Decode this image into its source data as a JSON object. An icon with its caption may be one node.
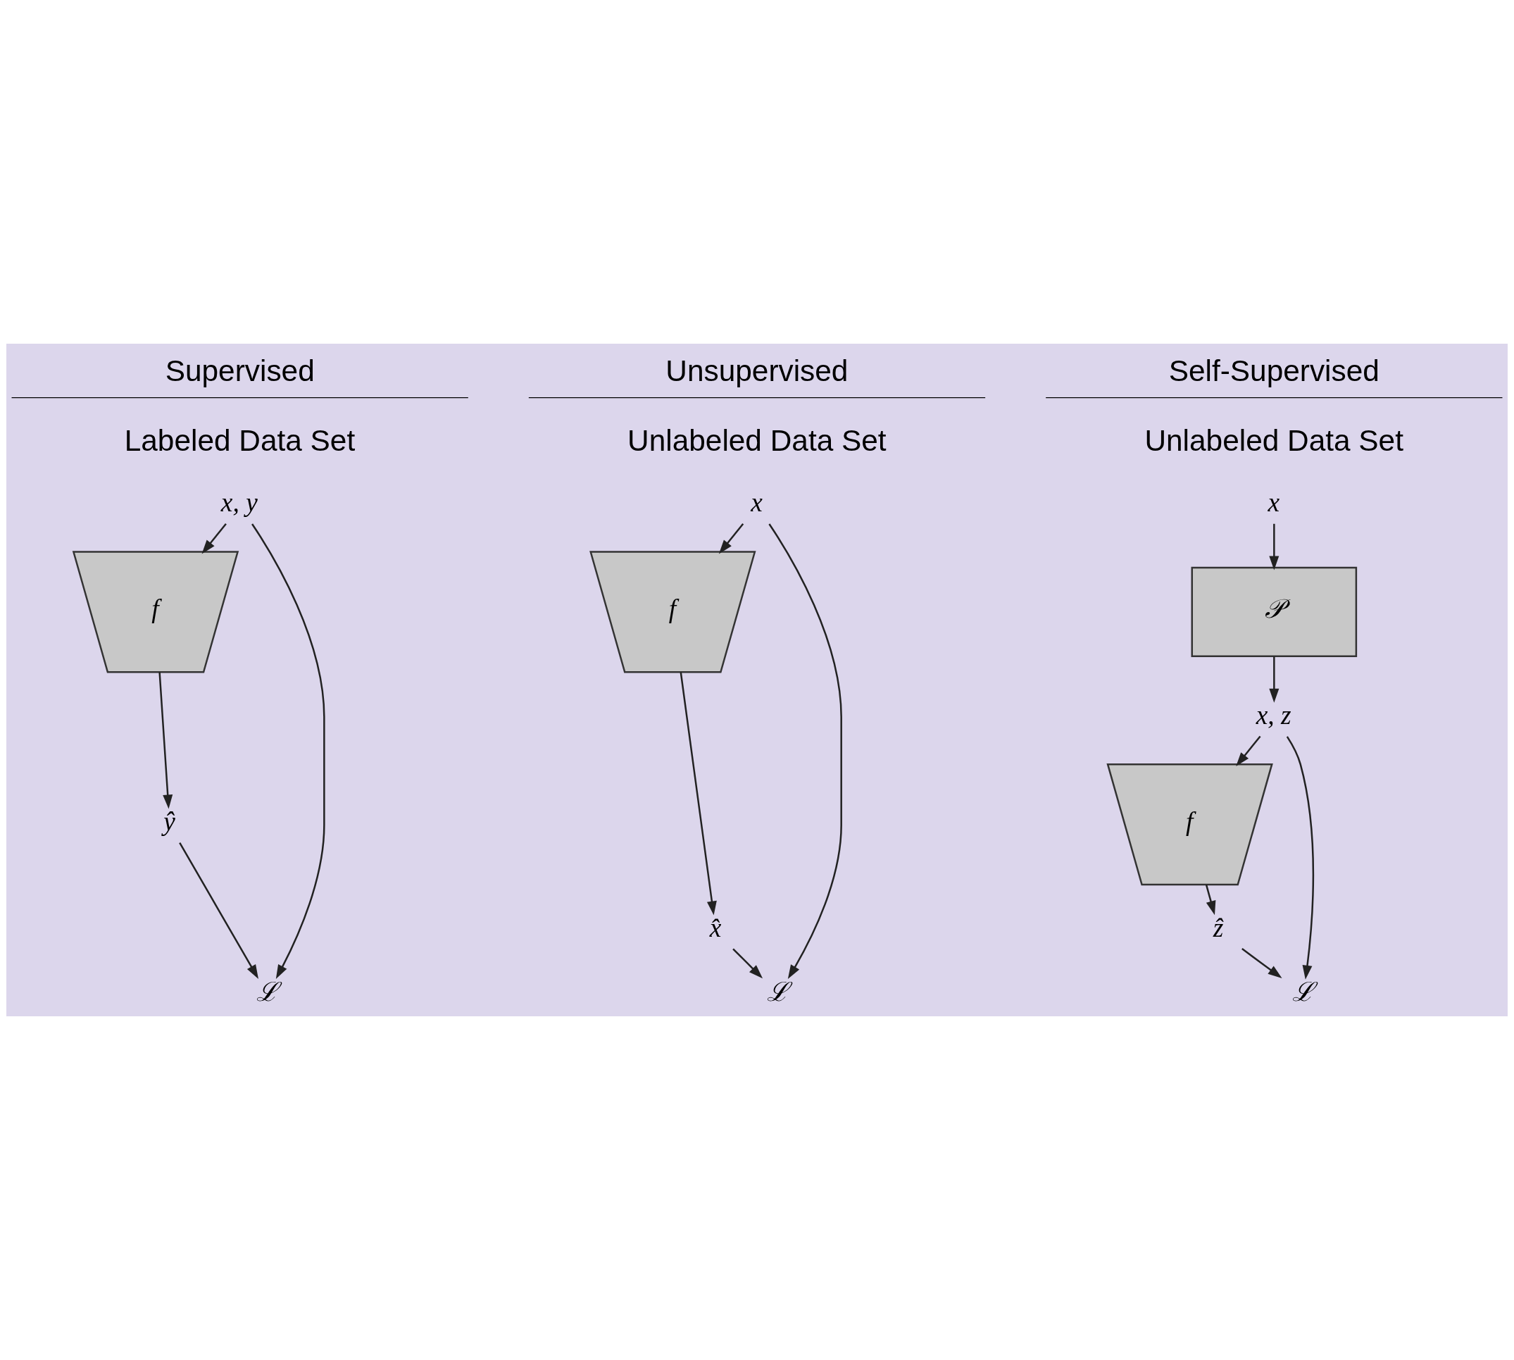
{
  "diagram": {
    "nodes": [
      {
        "text": [
          "x, y"
        ]
      },
      {
        "text": [
          "f"
        ]
      },
      {
        "text": [
          "ŷ"
        ]
      },
      {
        "text": [
          "ℒ"
        ]
      },
      {
        "text": [
          "x"
        ]
      },
      {
        "text": [
          "f"
        ]
      },
      {
        "text": [
          "x̂"
        ]
      },
      {
        "text": [
          "ℒ"
        ]
      },
      {
        "text": [
          "x"
        ]
      },
      {
        "text": [
          "𝒫"
        ]
      },
      {
        "text": [
          "x, z"
        ]
      },
      {
        "text": [
          "f"
        ]
      },
      {
        "text": [
          "ẑ"
        ]
      },
      {
        "text": [
          "ℒ"
        ]
      }
    ],
    "edges": [
      {
        "from": 0,
        "to": 1,
        "arrow": "to"
      },
      {
        "from": 1,
        "to": 2,
        "arrow": "to"
      },
      {
        "from": 2,
        "to": 3,
        "arrow": "to"
      },
      {
        "from": 0,
        "to": 3,
        "arrow": "to"
      },
      {
        "from": 4,
        "to": 5,
        "arrow": "to"
      },
      {
        "from": 5,
        "to": 6,
        "arrow": "to"
      },
      {
        "from": 6,
        "to": 7,
        "arrow": "to"
      },
      {
        "from": 4,
        "to": 7,
        "arrow": "to"
      },
      {
        "from": 8,
        "to": 9,
        "arrow": "to"
      },
      {
        "from": 9,
        "to": 10,
        "arrow": "to"
      },
      {
        "from": 10,
        "to": 11,
        "arrow": "to"
      },
      {
        "from": 11,
        "to": 12,
        "arrow": "to"
      },
      {
        "from": 12,
        "to": 13,
        "arrow": "to"
      },
      {
        "from": 10,
        "to": 13,
        "arrow": "to"
      }
    ],
    "labels": [
      "Supervised",
      "Unsupervised",
      "Self-Supervised",
      "Labeled Data Set",
      "Unlabeled Data Set",
      "Unlabeled Data Set"
    ]
  }
}
